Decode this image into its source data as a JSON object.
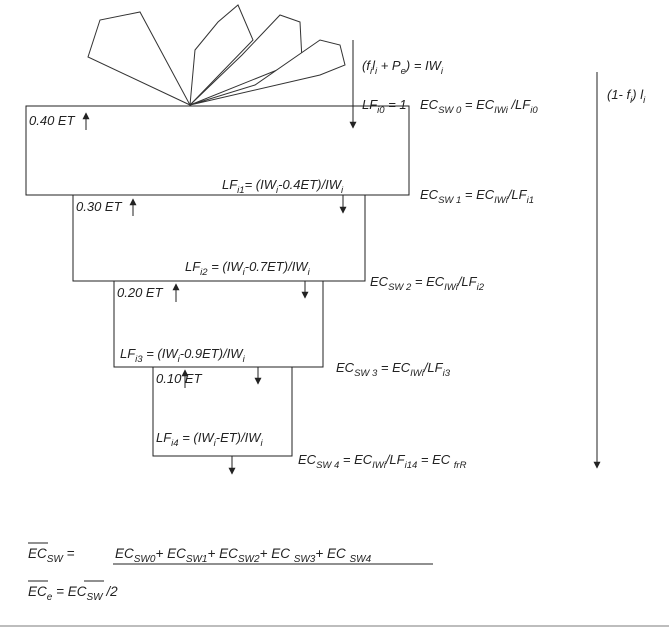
{
  "diagram": {
    "total_flux": {
      "open": "(f",
      "sub_i": "i",
      "l": "l",
      "sub_i2": "i",
      "plus": " + P",
      "sub_e": "e",
      "close": ") = IW",
      "sub_i3": "i"
    },
    "remainder_flux": {
      "open": "(1- f",
      "sub_i": "i",
      "close": ") l",
      "sub_i2": "i"
    },
    "layers": [
      {
        "et": "0.40 ET",
        "lf_parts": [
          "LF",
          "i0",
          " = 1"
        ],
        "ec_parts": [
          "EC",
          "SW 0",
          " = EC",
          "IWi",
          " /LF",
          "i0"
        ]
      },
      {
        "et": "0.30 ET",
        "lf_parts": [
          "LF",
          "i1",
          "= (IW",
          "i",
          "-0.4ET)/IW",
          "i"
        ],
        "ec_parts": [
          "EC",
          "SW 1",
          " = EC",
          "IWi",
          "/LF",
          "i1"
        ]
      },
      {
        "et": "0.20 ET",
        "lf_parts": [
          "LF",
          "i2",
          " = (IW",
          "i",
          "-0.7ET)/IW",
          "i"
        ],
        "ec_parts": [
          "EC",
          "SW 2",
          " = EC",
          "IWi",
          "/LF",
          "i2"
        ]
      },
      {
        "et": "0.10 ET",
        "lf_parts": [
          "LF",
          "i3",
          " = (IW",
          "i",
          "-0.9ET)/IW",
          "i"
        ],
        "ec_parts": [
          "EC",
          "SW 3",
          " = EC",
          "IWi",
          "/LF",
          "i3"
        ]
      },
      {
        "et": "",
        "lf_parts": [
          "LF",
          "i4",
          " = (IW",
          "i",
          "-ET)/IW",
          "i"
        ],
        "ec_parts": [
          "EC",
          "SW 4",
          " = EC",
          "IWi",
          "/LF",
          "i14",
          " = EC ",
          "frR"
        ]
      }
    ],
    "formula_mean": {
      "lhs": "EC",
      "lhs_sub": "SW",
      "eq": " = ",
      "terms": [
        "EC",
        "SW0",
        "+ EC",
        "SW1",
        "+ EC",
        "SW2",
        "+ EC ",
        "SW3",
        "+ EC ",
        "SW4"
      ]
    },
    "formula_e": {
      "lhs": "EC",
      "lhs_sub": "e",
      "eq": " = ",
      "rhs": "EC",
      "rhs_sub": "SW",
      "tail": " /2"
    }
  }
}
